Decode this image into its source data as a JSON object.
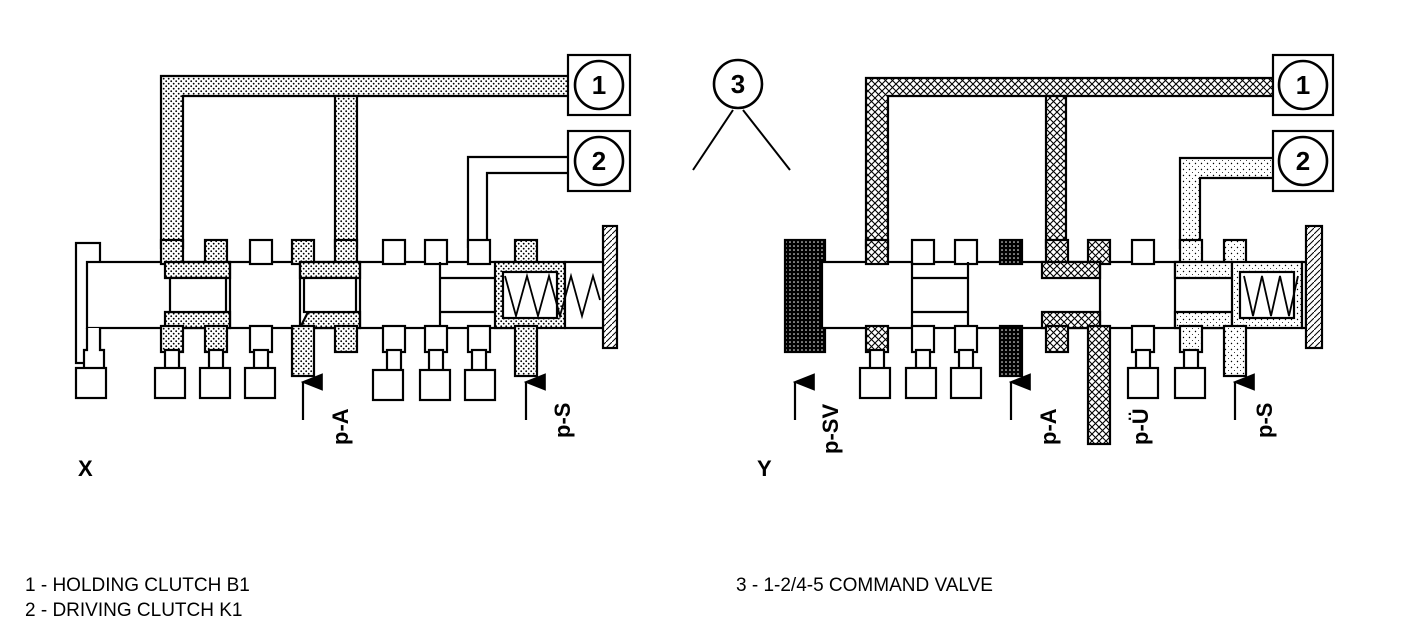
{
  "callouts": {
    "one": "1",
    "two": "2",
    "three": "3"
  },
  "views": {
    "left": "X",
    "right": "Y"
  },
  "pressures": {
    "pa": "p-A",
    "ps": "p-S",
    "psv": "p-SV",
    "pu": "p-Ü"
  },
  "legend": {
    "item1": "1 - HOLDING CLUTCH B1",
    "item2": "2 - DRIVING CLUTCH K1",
    "item3": "3 - 1-2/4-5 COMMAND VALVE"
  },
  "colors": {
    "ink": "#000000",
    "paper": "#ffffff"
  }
}
